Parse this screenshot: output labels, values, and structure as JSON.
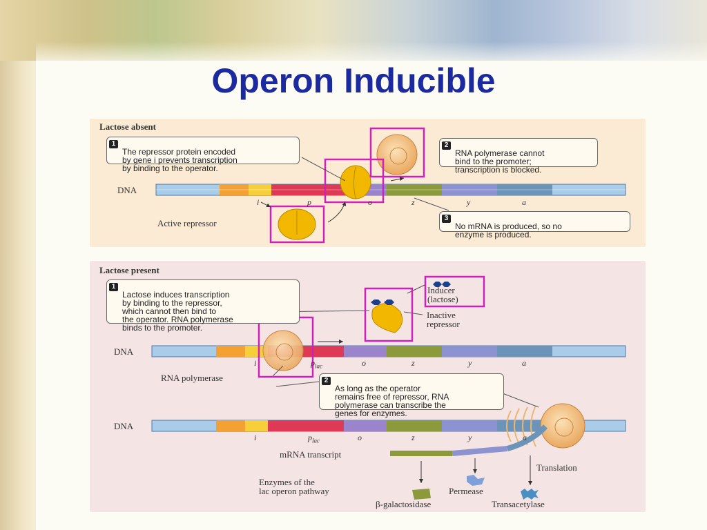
{
  "title": "Operon Inducible",
  "top_panel": {
    "heading": "Lactose absent",
    "callout1": {
      "num": "1",
      "text": "The repressor protein encoded\nby gene i prevents transcription\nby binding to the operator."
    },
    "callout2": {
      "num": "2",
      "text": "RNA polymerase cannot\nbind to the promoter;\ntranscription is blocked."
    },
    "callout3": {
      "num": "3",
      "text": "No mRNA is produced, so no\nenzyme is produced."
    },
    "dna_label": "DNA",
    "genes": [
      "i",
      "p",
      "o",
      "z",
      "y",
      "a"
    ],
    "repressor_label": "Active repressor"
  },
  "bottom_panel": {
    "heading": "Lactose present",
    "callout1": {
      "num": "1",
      "text": "Lactose induces transcription\nby binding to the repressor,\nwhich cannot then bind to\nthe operator. RNA polymerase\nbinds to the promoter."
    },
    "callout2": {
      "num": "2",
      "text": "As long as the operator\nremains free of repressor, RNA\npolymerase can transcribe the\ngenes for enzymes."
    },
    "inducer_label": "Inducer\n(lactose)",
    "inactive_label": "Inactive\nrepressor",
    "dna_label": "DNA",
    "dna_label2": "DNA",
    "rnap_label": "RNA polymerase",
    "genes": [
      "i",
      "p",
      "o",
      "z",
      "y",
      "a"
    ],
    "plac_sub": "lac",
    "mrna_label": "mRNA transcript",
    "translation_label": "Translation",
    "enzymes_label": "Enzymes of the\nlac operon pathway",
    "permease_label": "Permease",
    "bgal_label": "β-galactosidase",
    "transacetylase_label": "Transacetylase"
  },
  "colors": {
    "highlight": "#cc22bb",
    "repressor": "#f2b800",
    "rnap": "#f5c88a",
    "title": "#1c2aa0"
  }
}
